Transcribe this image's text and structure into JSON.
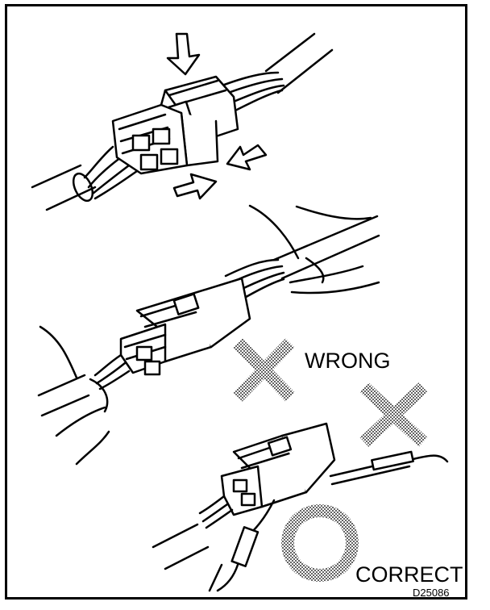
{
  "labels": {
    "wrong": "WRONG",
    "correct": "CORRECT",
    "figure_code": "D25086"
  },
  "colors": {
    "ink": "#000000",
    "paper": "#ffffff",
    "screen_gray": "#8c8c8c"
  },
  "icons": {
    "wrong_mark": "cross-mark-icon",
    "correct_mark": "circle-mark-icon",
    "push_arrows": "arrow-icon"
  }
}
